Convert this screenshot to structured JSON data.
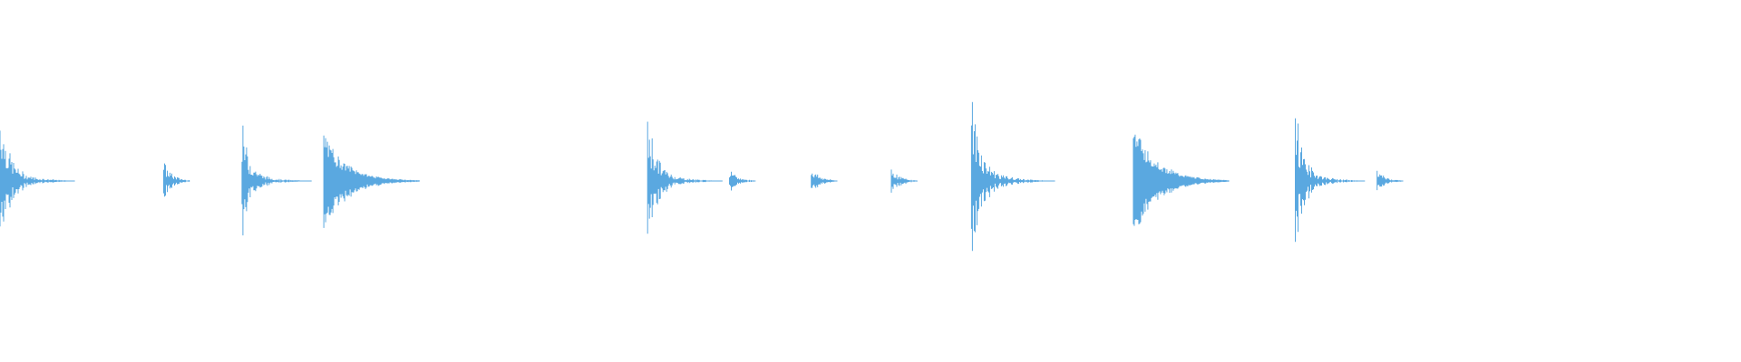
{
  "waveform": {
    "color": "#5aa8e0",
    "background": "#ffffff",
    "hits": [
      {
        "start": 0.0,
        "duration": 0.043,
        "amplitude": 0.98,
        "kind": "snare"
      },
      {
        "start": 0.094,
        "duration": 0.015,
        "amplitude": 0.25,
        "kind": "tick"
      },
      {
        "start": 0.139,
        "duration": 0.04,
        "amplitude": 0.7,
        "kind": "snare"
      },
      {
        "start": 0.186,
        "duration": 0.055,
        "amplitude": 0.62,
        "kind": "kick"
      },
      {
        "start": 0.372,
        "duration": 0.043,
        "amplitude": 0.85,
        "kind": "snare"
      },
      {
        "start": 0.419,
        "duration": 0.015,
        "amplitude": 0.14,
        "kind": "tick"
      },
      {
        "start": 0.466,
        "duration": 0.015,
        "amplitude": 0.18,
        "kind": "tick"
      },
      {
        "start": 0.512,
        "duration": 0.015,
        "amplitude": 0.18,
        "kind": "tick"
      },
      {
        "start": 0.558,
        "duration": 0.048,
        "amplitude": 1.0,
        "kind": "snare"
      },
      {
        "start": 0.651,
        "duration": 0.055,
        "amplitude": 0.76,
        "kind": "kick"
      },
      {
        "start": 0.744,
        "duration": 0.04,
        "amplitude": 0.93,
        "kind": "snare"
      },
      {
        "start": 0.791,
        "duration": 0.015,
        "amplitude": 0.14,
        "kind": "tick"
      }
    ]
  }
}
